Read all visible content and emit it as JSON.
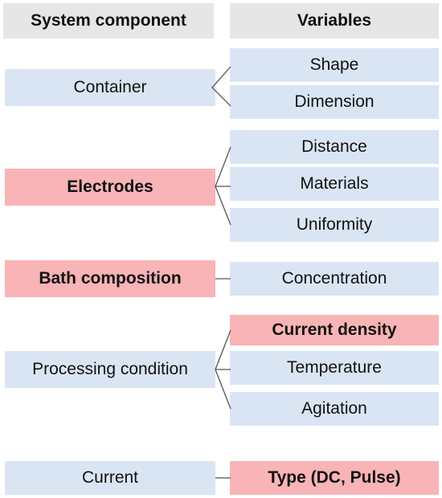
{
  "headers": {
    "component": "System component",
    "variables": "Variables"
  },
  "components": [
    {
      "label": "Container",
      "highlight": false
    },
    {
      "label": "Electrodes",
      "highlight": true
    },
    {
      "label": "Bath composition",
      "highlight": true
    },
    {
      "label": "Processing condition",
      "highlight": false
    },
    {
      "label": "Current",
      "highlight": false
    }
  ],
  "variables": [
    {
      "label": "Shape",
      "highlight": false
    },
    {
      "label": "Dimension",
      "highlight": false
    },
    {
      "label": "Distance",
      "highlight": false
    },
    {
      "label": "Materials",
      "highlight": false
    },
    {
      "label": "Uniformity",
      "highlight": false
    },
    {
      "label": "Concentration",
      "highlight": false
    },
    {
      "label": "Current density",
      "highlight": true
    },
    {
      "label": "Temperature",
      "highlight": false
    },
    {
      "label": "Agitation",
      "highlight": false
    },
    {
      "label": "Type (DC, Pulse)",
      "highlight": true
    }
  ],
  "colors": {
    "header": "#e6e6e6",
    "normal": "#dae5f4",
    "highlight": "#f8b4b6",
    "connector": "#555555"
  }
}
